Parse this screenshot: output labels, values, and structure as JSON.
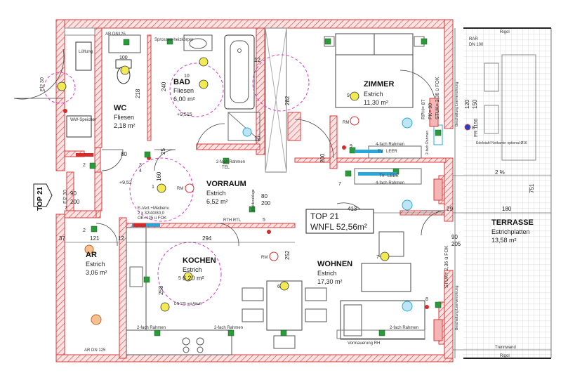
{
  "rooms": {
    "bad": {
      "name": "BAD",
      "floor": "Fliesen",
      "area": "6,00 m²"
    },
    "wc": {
      "name": "WC",
      "floor": "Fliesen",
      "area": "2,18 m²"
    },
    "zimmer": {
      "name": "ZIMMER",
      "floor": "Estrich",
      "area": "11,30 m²"
    },
    "vorraum": {
      "name": "VORRAUM",
      "floor": "Estrich",
      "area": "6,52 m²"
    },
    "ar": {
      "name": "AR",
      "floor": "Estrich",
      "area": "3,06 m²"
    },
    "kochen": {
      "name": "KOCHEN",
      "floor": "Estrich",
      "area": "6,20 m²"
    },
    "wohnen": {
      "name": "WOHNEN",
      "floor": "Estrich",
      "area": "17,30 m²"
    },
    "terrasse": {
      "name": "TERRASSE",
      "floor": "Estrichplatten",
      "area": "13,58 m²"
    }
  },
  "unit": {
    "title": "TOP 21",
    "area": "WNFL 52,56m²",
    "side_label": "TOP 21"
  },
  "dimensions": {
    "d413": "413",
    "d294": "294",
    "d180": "180",
    "d121": "121",
    "d200a": "200",
    "d200b": "200",
    "d200c": "200",
    "d80a": "80",
    "d80b": "80",
    "d90a": "90",
    "d90b": "90",
    "d25": "25",
    "d218": "218",
    "d240": "240",
    "d252": "252",
    "d282": "282",
    "d258": "258",
    "d205": "205",
    "d160": "160",
    "d751": "751",
    "d2pct": "2 %",
    "d37": "37",
    "d7": "7",
    "d29": "29",
    "d12a": "12",
    "d12b": "12",
    "d12c": "12",
    "d120": "120",
    "d150": "150",
    "d100": "100"
  },
  "annotations": {
    "ar_dn": "AR DN125",
    "ar_dn2": "AR DN 125",
    "rar": "RAR",
    "rar_dn": "DN 100",
    "rigol": "Rigol",
    "rigol2": "Rigol",
    "trennwand": "Trennwand",
    "vormauerung": "Vormauerung RH",
    "sprossen": "Sprossen-heizkörper",
    "el230a": "El2 30",
    "el230b": "El2 30",
    "rph": "RPH= 87",
    "fok1": "STUK= 2,36 ü FOK",
    "fok2": "STUK= 2,36 ü FOK",
    "pk": "PK= 90",
    "fr": "FR 1150",
    "edel": "Edelstahl Notkamin optional Ø16",
    "evert": "E-Vert.+Medienv.",
    "evert2": "2 x 32/40/80,0",
    "evert3": "OK=125 ü FOK",
    "rth": "RTH RTL",
    "tel": "TEL",
    "tv1": "TV",
    "leer1": "LEER",
    "tv2": "TV",
    "leer2": "LEER",
    "rahmen1": "2-fach Rahmen",
    "rahmen2": "4-fach Rahmen",
    "rahmen3": "4-fach Rahmen",
    "rahmen4": "2-fach Rahmen",
    "rahmen5": "2-fach Rahmen",
    "rahmen6": "2-fach Rahmen",
    "rahmen7": "2-fach Rahmen",
    "lueftung": "Lüftung",
    "speicher": "WW-Speicher",
    "rm1": "RM",
    "rm2": "RM",
    "rm3": "RM",
    "plus915": "+9,515",
    "plus952": "+9,52",
    "dn125": "DN 125 mit Abluft",
    "beschattung1": "Beschattung Leerverrohrung",
    "beschattung2": "Beschattung Leerverrohrung",
    "kleider": "Kleiderablage"
  },
  "symbols": {
    "n1": "1",
    "n2a": "2",
    "n2b": "2",
    "n3": "3",
    "n4": "4",
    "n5a": "5",
    "n5b": "5",
    "n6": "6",
    "n7a": "7",
    "n7b": "7",
    "n8a": "8",
    "n8b": "8",
    "n9a": "9",
    "n9b": "9",
    "n10": "10"
  },
  "colors": {
    "wall_hatch": "#d93a3a",
    "wall_fill": "#fbe3e3",
    "dashed_circle": "#d43cc4",
    "fixture_green": "#2b9a3a",
    "fixture_yellow": "#f2ea55",
    "cyan": "#2aa7d8",
    "red": "#d62b2b",
    "orange": "#f0a060"
  }
}
